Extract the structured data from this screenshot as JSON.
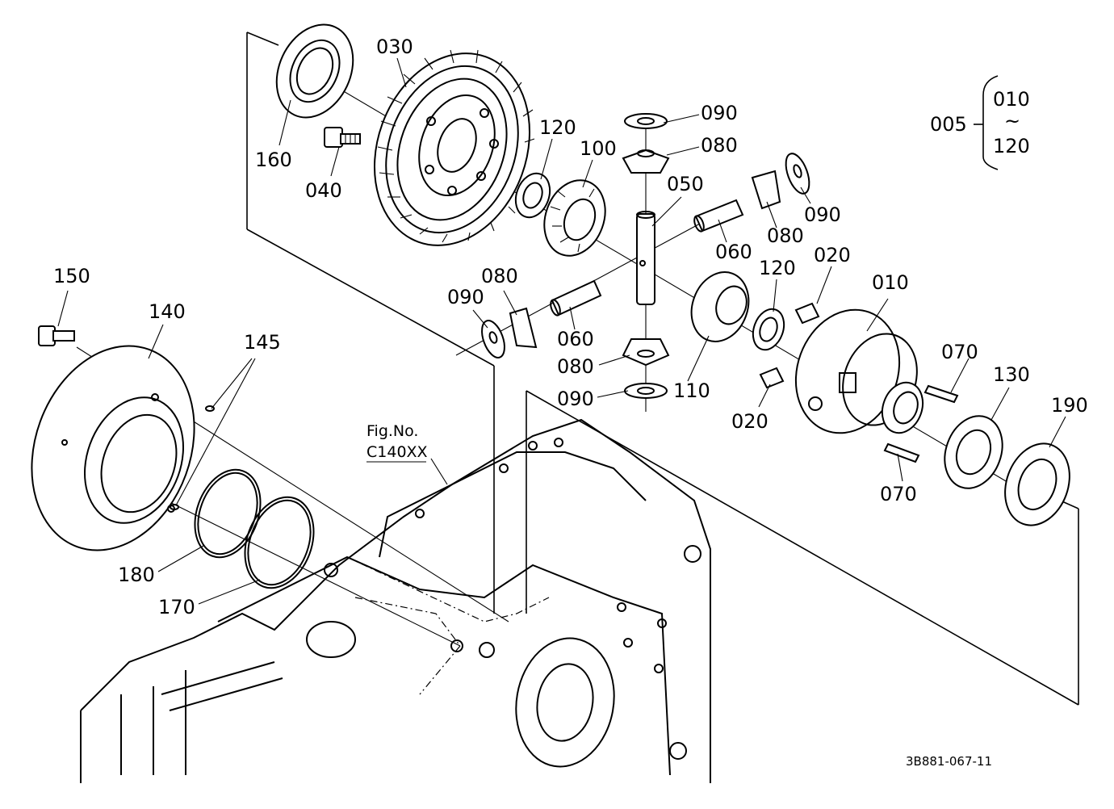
{
  "diagram": {
    "callouts": {
      "p030": "030",
      "p160": "160",
      "p040": "040",
      "p120a": "120",
      "p100": "100",
      "p090a": "090",
      "p080a": "080",
      "p050": "050",
      "p090b": "090",
      "p080b": "080",
      "p060a": "060",
      "p120b": "120",
      "p020a": "020",
      "p010": "010",
      "p080c": "080",
      "p090c": "090",
      "p060b": "060",
      "p080d": "080",
      "p090d": "090",
      "p110": "110",
      "p020b": "020",
      "p070a": "070",
      "p130": "130",
      "p190": "190",
      "p070b": "070",
      "p150": "150",
      "p140": "140",
      "p145": "145",
      "p180": "180",
      "p170": "170"
    },
    "set_range": {
      "parent": "005",
      "from": "010",
      "tilde": "~",
      "to": "120"
    },
    "fig_ref": {
      "line1": "Fig.No.",
      "line2": "C140XX"
    },
    "drawing_code": "3B881-067-11"
  }
}
